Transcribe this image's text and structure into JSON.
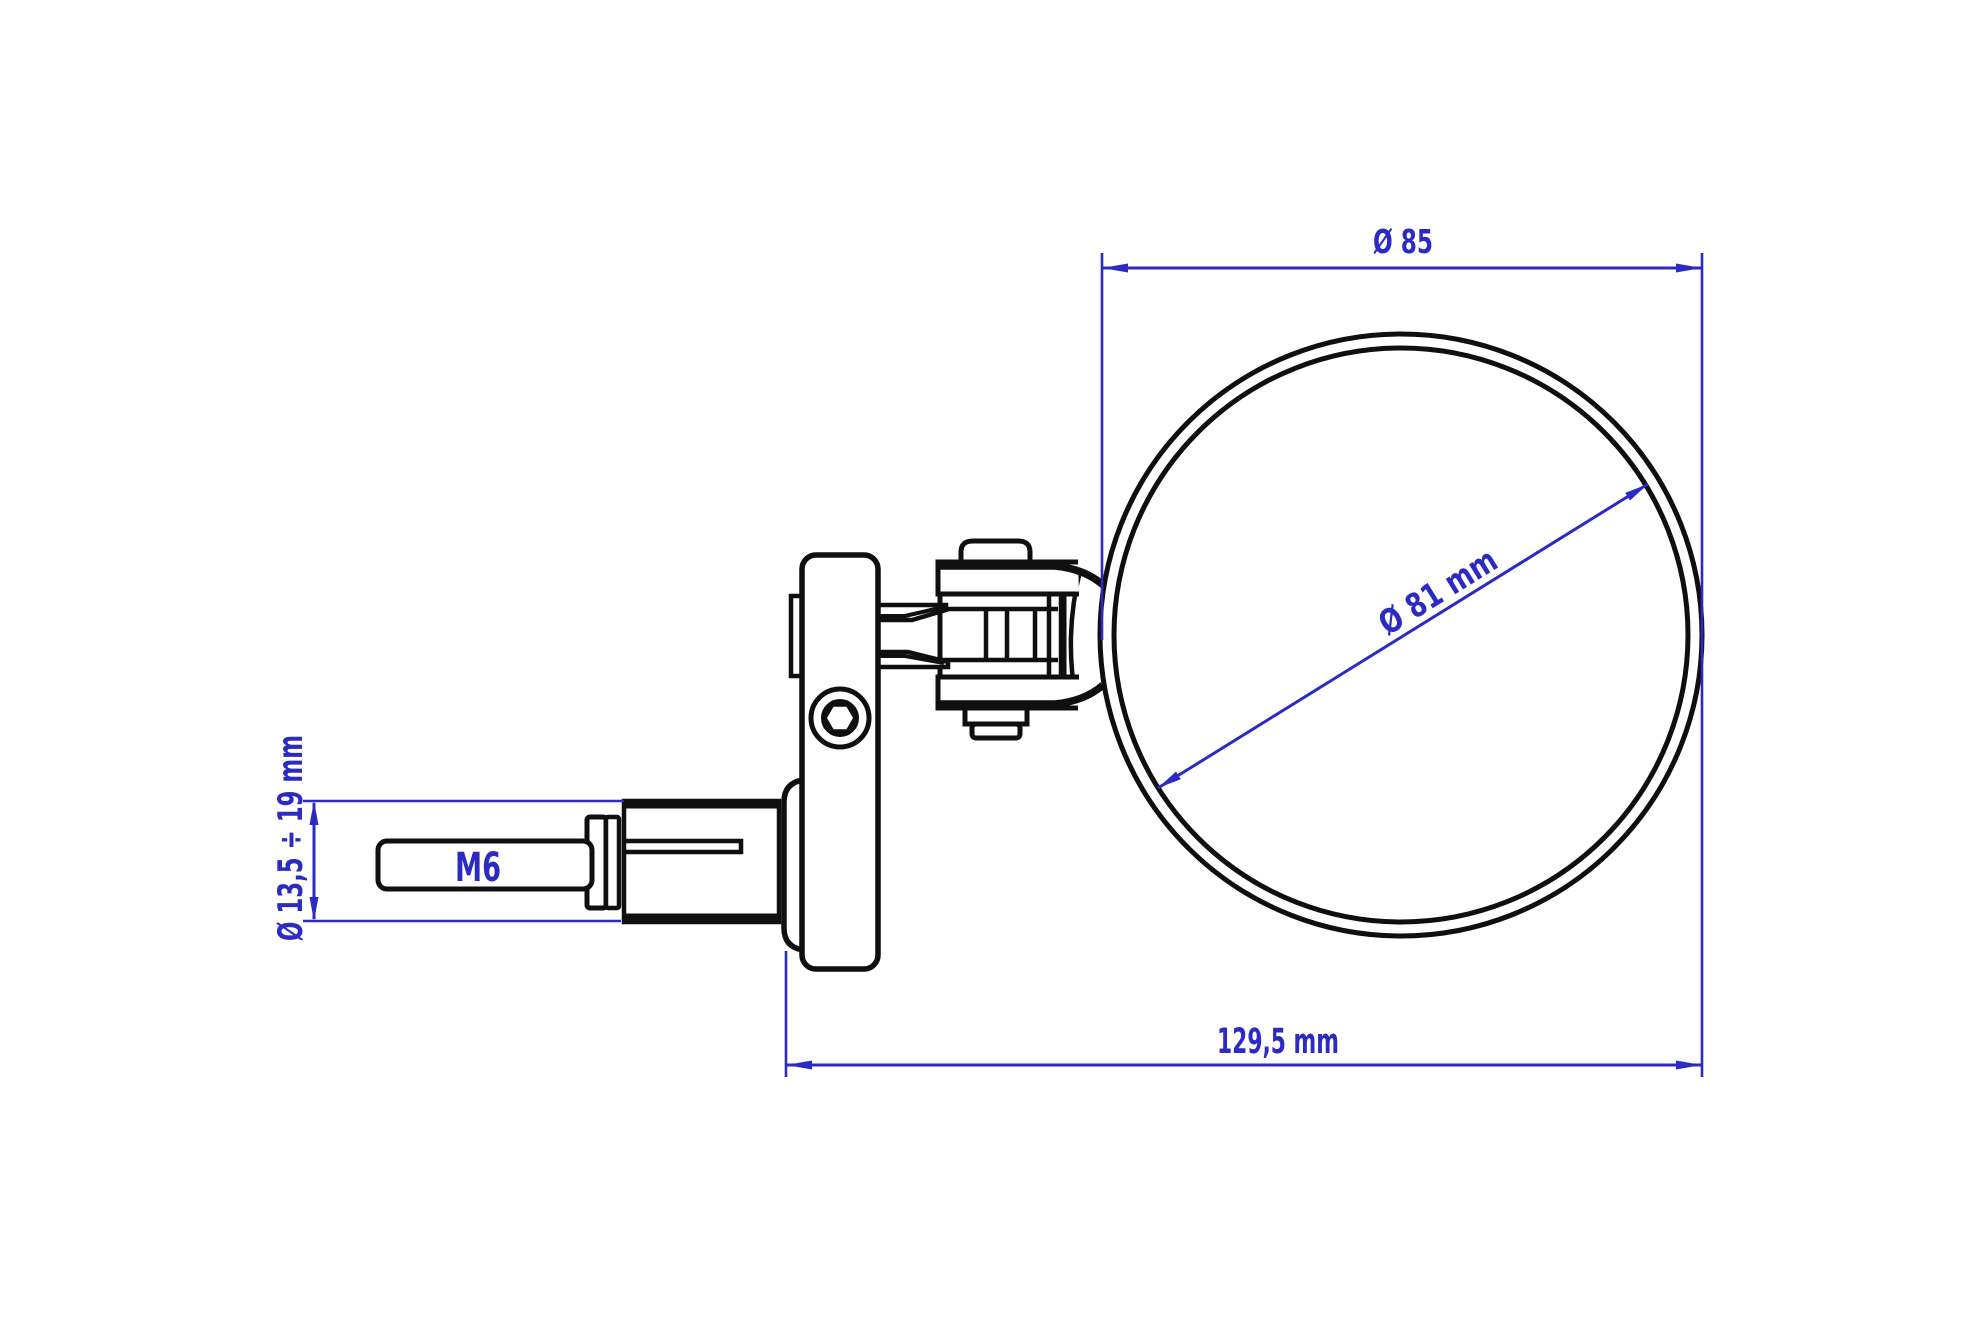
{
  "drawing": {
    "type": "technical-dimension-drawing",
    "subject": "bar-end rear-view mirror, side elevation with dimensions",
    "background_color": "#ffffff",
    "outline_color": "#0f0f0f",
    "dimension_color": "#2b2bc4",
    "dimensions": {
      "mirror_outer_diameter": {
        "label": "Ø 85",
        "value": 85,
        "unit": "mm"
      },
      "mirror_glass_diameter": {
        "label": "Ø 81 mm",
        "value": 81,
        "unit": "mm"
      },
      "clamp_diameter_range": {
        "label": "Ø 13,5 ÷ 19 mm",
        "min": 13.5,
        "max": 19,
        "unit": "mm"
      },
      "overall_length": {
        "label": "129,5 mm",
        "value": 129.5,
        "unit": "mm"
      },
      "thread_size": {
        "label": "M6"
      }
    },
    "parts": [
      "mirror head outer rim",
      "mirror glass",
      "pivot clevis joint",
      "pivot arm fork",
      "mount body",
      "socket head screw",
      "expander barrel",
      "washer",
      "M6 expander bolt"
    ]
  }
}
